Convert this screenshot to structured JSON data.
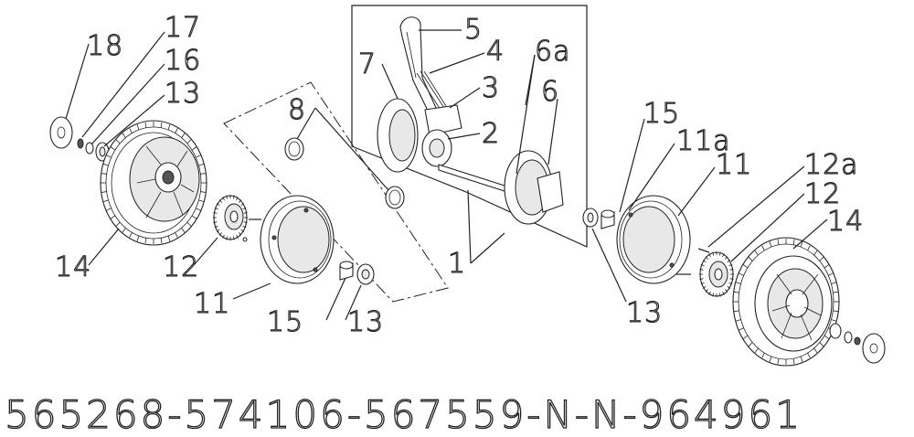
{
  "diagram": {
    "part_number_line": "565268-574106-567559-N-N-964961",
    "callouts": {
      "c18": "18",
      "c17": "17",
      "c16": "16",
      "c13_left": "13",
      "c14_left": "14",
      "c12_left": "12",
      "c11_left": "11",
      "c15_left": "15",
      "c13_bottom": "13",
      "c8": "8",
      "c7": "7",
      "c5": "5",
      "c4": "4",
      "c3": "3",
      "c2": "2",
      "c6a": "6a",
      "c6": "6",
      "c1": "1",
      "c15_right": "15",
      "c11a": "11a",
      "c11_right": "11",
      "c12a": "12a",
      "c12_right": "12",
      "c14_right": "14",
      "c13_right": "13"
    }
  }
}
